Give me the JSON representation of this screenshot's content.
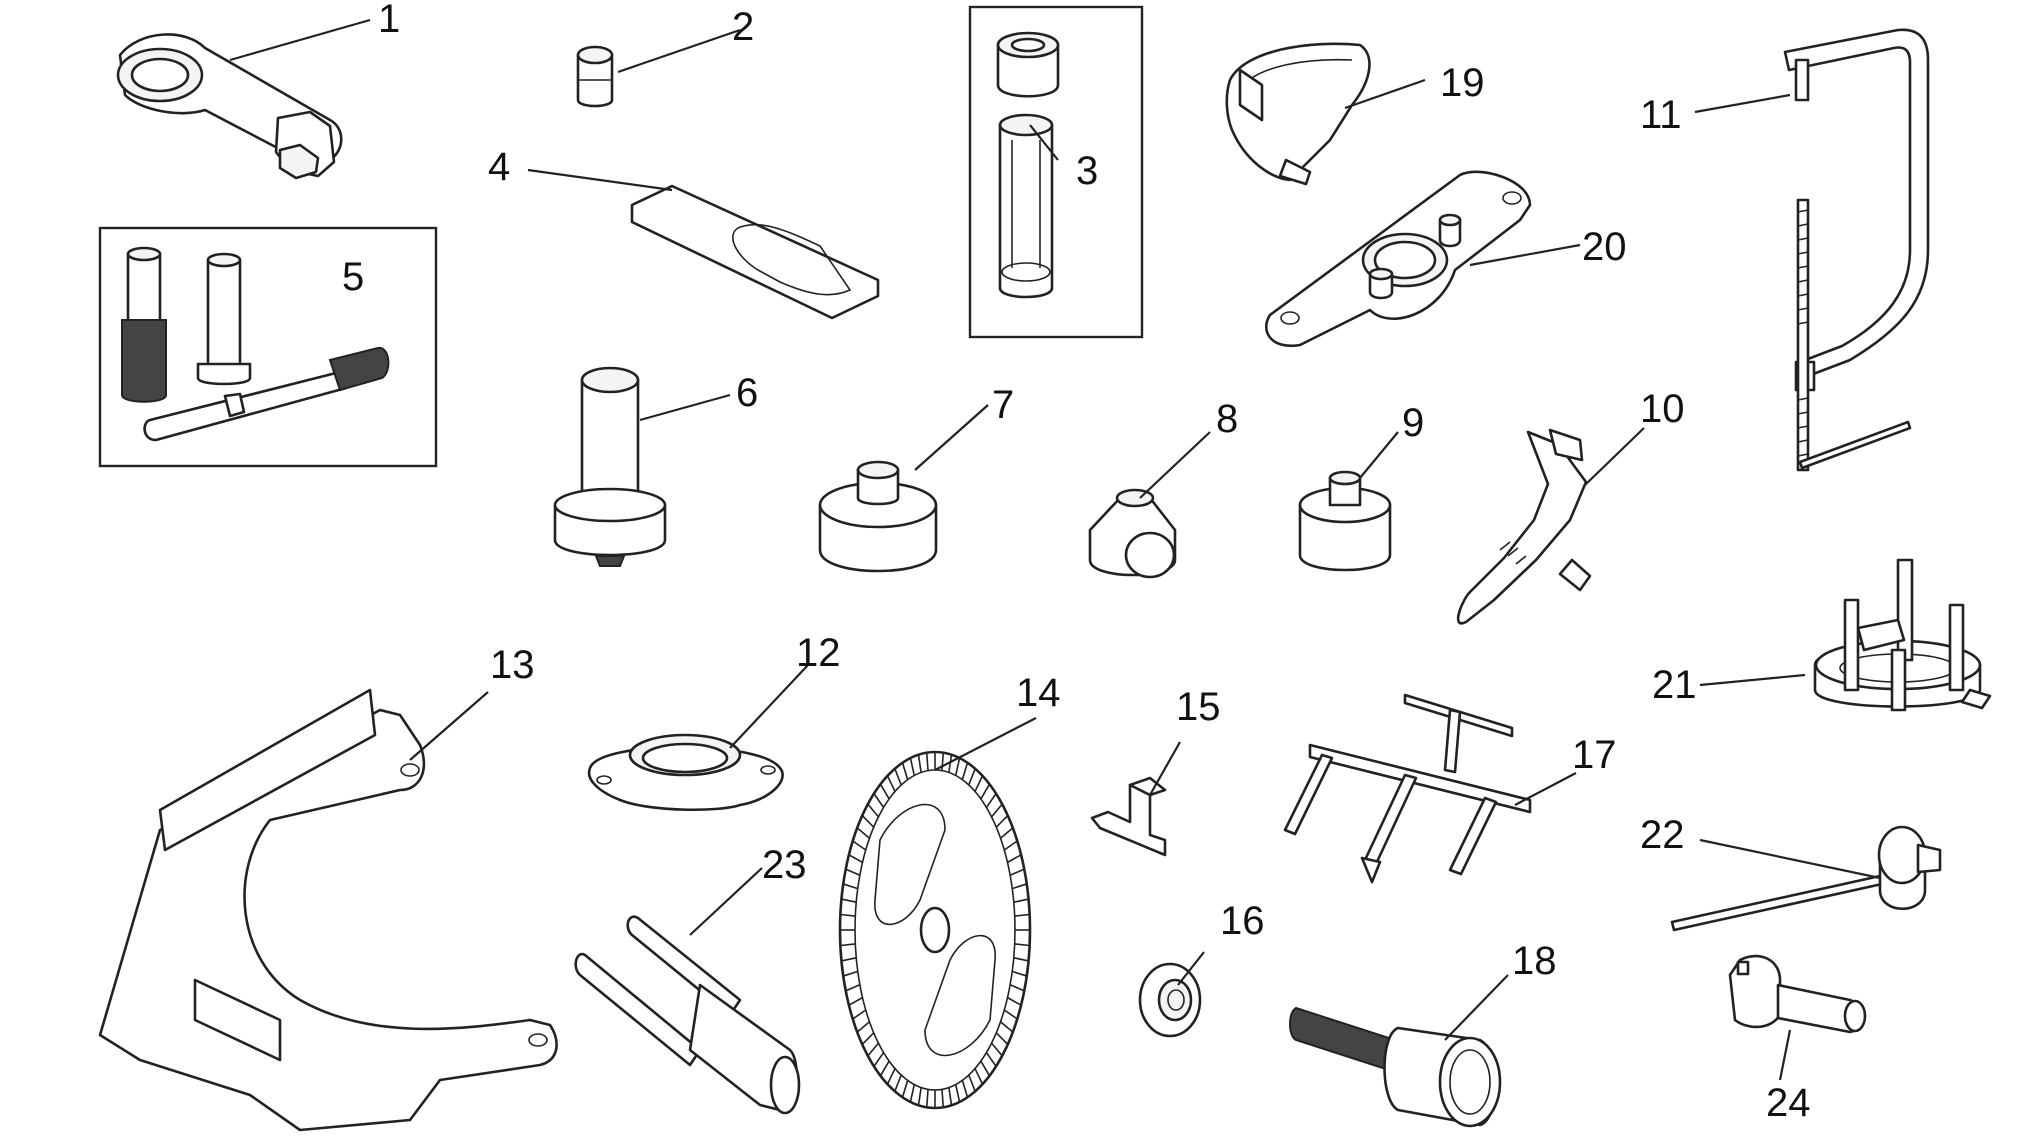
{
  "diagram": {
    "callouts": {
      "c1": "1",
      "c2": "2",
      "c3": "3",
      "c4": "4",
      "c5": "5",
      "c6": "6",
      "c7": "7",
      "c8": "8",
      "c9": "9",
      "c10": "10",
      "c11": "11",
      "c12": "12",
      "c13": "13",
      "c14": "14",
      "c15": "15",
      "c16": "16",
      "c17": "17",
      "c18": "18",
      "c19": "19",
      "c20": "20",
      "c21": "21",
      "c22": "22",
      "c23": "23",
      "c24": "24"
    }
  }
}
